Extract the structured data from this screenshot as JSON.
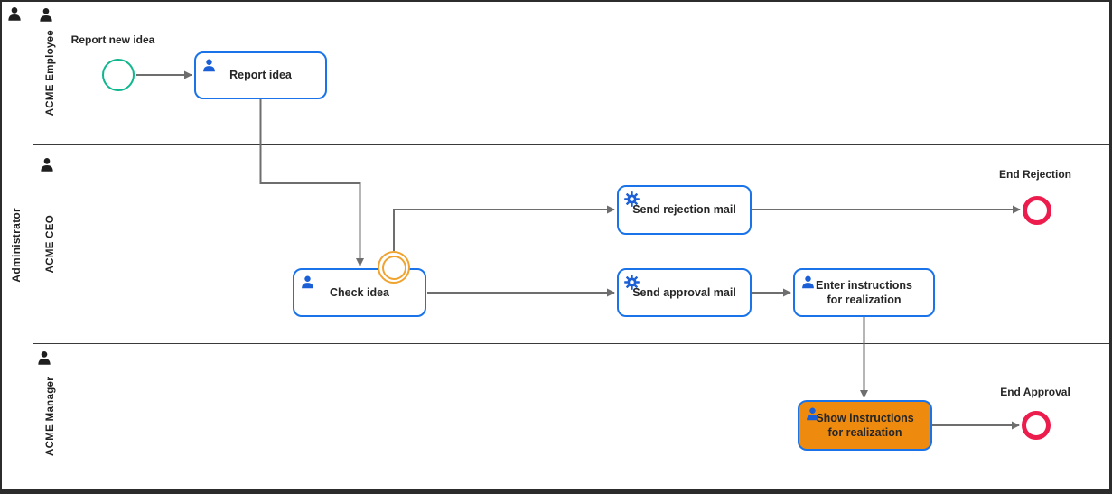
{
  "pool": {
    "label": "Administrator"
  },
  "lanes": [
    {
      "label": "ACME Employee"
    },
    {
      "label": "ACME CEO"
    },
    {
      "label": "ACME Manager"
    }
  ],
  "tasks": [
    {
      "label": "Report idea",
      "type": "user"
    },
    {
      "label": "Check idea",
      "type": "user"
    },
    {
      "label": "Send rejection mail",
      "type": "service"
    },
    {
      "label": "Send approval mail",
      "type": "service"
    },
    {
      "label": "Enter instructions for realization",
      "type": "user"
    },
    {
      "label": "Show instructions for realization",
      "type": "user",
      "highlighted": true
    }
  ],
  "events": {
    "start": {
      "label": "Report new idea",
      "type": "start"
    },
    "boundary": {
      "label": "",
      "type": "intermediate-boundary"
    },
    "end_rejection": {
      "label": "End Rejection",
      "type": "end"
    },
    "end_approval": {
      "label": "End Approval",
      "type": "end"
    }
  },
  "icons": {
    "user_task": "user-icon",
    "service_task": "gear-icon",
    "lane_header": "person-icon"
  },
  "colors": {
    "task_border": "#1A73E8",
    "icon_blue": "#1B5FD6",
    "highlight_fill": "#EE8B0F",
    "start_event": "#0FB78E",
    "end_event": "#EC1C4D",
    "boundary_event": "#F0A330",
    "flow": "#6E6E6E"
  }
}
